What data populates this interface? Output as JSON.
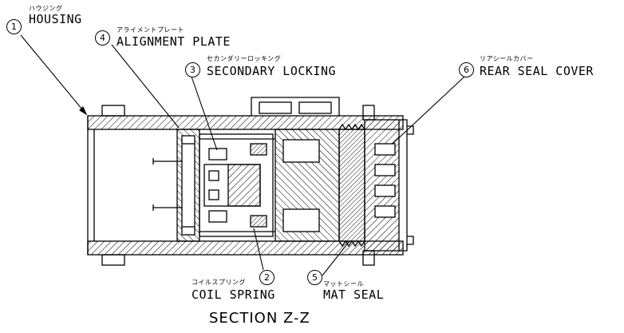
{
  "title": "SECTION Z-Z",
  "callouts": [
    {
      "num": "1",
      "kana": "ハウジング",
      "name": "HOUSING"
    },
    {
      "num": "4",
      "kana": "アライメントプレート",
      "name": "ALIGNMENT PLATE"
    },
    {
      "num": "3",
      "kana": "セカンダリーロッキング",
      "name": "SECONDARY LOCKING"
    },
    {
      "num": "6",
      "kana": "リアシールカバー",
      "name": "REAR SEAL COVER"
    },
    {
      "num": "2",
      "kana": "コイルスプリング",
      "name": "COIL SPRING"
    },
    {
      "num": "5",
      "kana": "マットシール",
      "name": "MAT SEAL"
    }
  ]
}
